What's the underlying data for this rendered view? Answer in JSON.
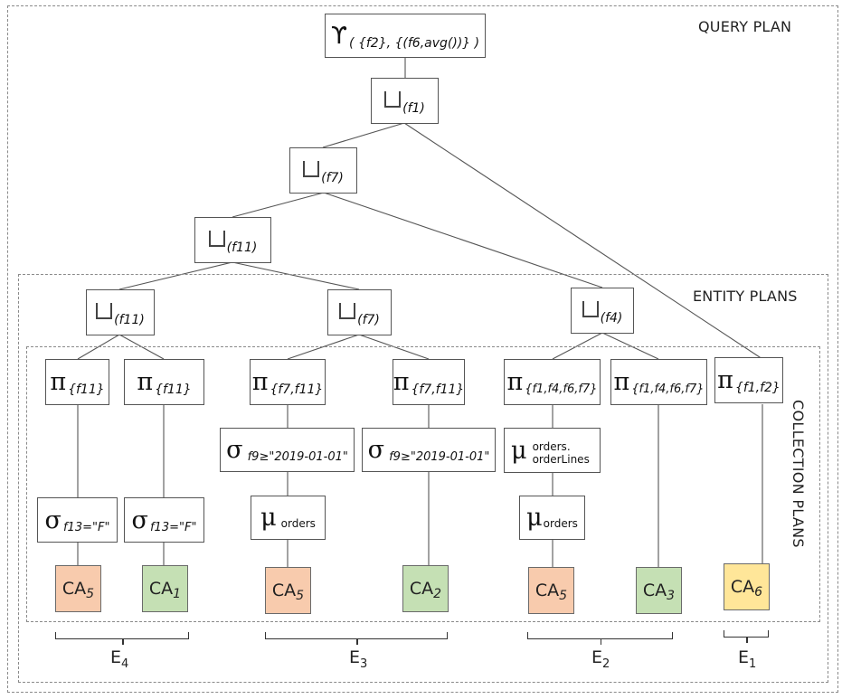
{
  "frames": {
    "query_plan": "QUERY PLAN",
    "entity_plans": "ENTITY PLANS",
    "collection_plans": "COLLECTION PLANS"
  },
  "query_plan": {
    "aggregate": {
      "symbol": "ϒ",
      "subscript": "( {f2}, {(f6,avg())} )"
    },
    "union_f1": {
      "subscript": "(f1)"
    },
    "union_f7": {
      "subscript": "(f7)"
    },
    "union_f11": {
      "subscript": "(f11)"
    }
  },
  "entity_plans": {
    "E4_union": {
      "subscript": "(f11)"
    },
    "E3_union": {
      "subscript": "(f7)"
    },
    "E2_union": {
      "subscript": "(f4)"
    }
  },
  "collection_plans": [
    {
      "entity": "E4",
      "project": "{f11}",
      "select": "f13=\"F\"",
      "collection": {
        "name": "CA",
        "index": "5",
        "color": "#f8cbad"
      }
    },
    {
      "entity": "E4",
      "project": "{f11}",
      "select": "f13=\"F\"",
      "collection": {
        "name": "CA",
        "index": "1",
        "color": "#c5e0b4"
      }
    },
    {
      "entity": "E3",
      "project": "{f7,f11}",
      "select": "f9≥\"2019-01-01\"",
      "unnest": "orders",
      "collection": {
        "name": "CA",
        "index": "5",
        "color": "#f8cbad"
      }
    },
    {
      "entity": "E3",
      "project": "{f7,f11}",
      "select": "f9≥\"2019-01-01\"",
      "collection": {
        "name": "CA",
        "index": "2",
        "color": "#c5e0b4"
      }
    },
    {
      "entity": "E2",
      "project": "{f1,f4,f6,f7}",
      "unnest_1": [
        "orders.",
        "orderLines"
      ],
      "unnest_2": "orders",
      "collection": {
        "name": "CA",
        "index": "5",
        "color": "#f8cbad"
      }
    },
    {
      "entity": "E2",
      "project": "{f1,f4,f6,f7}",
      "collection": {
        "name": "CA",
        "index": "3",
        "color": "#c5e0b4"
      }
    },
    {
      "entity": "E1",
      "project": "{f1,f2}",
      "collection": {
        "name": "CA",
        "index": "6",
        "color": "#ffe699"
      }
    }
  ],
  "symbols": {
    "project": "π",
    "select": "σ",
    "unnest": "μ"
  },
  "entities": [
    {
      "name": "E",
      "index": "4"
    },
    {
      "name": "E",
      "index": "3"
    },
    {
      "name": "E",
      "index": "2"
    },
    {
      "name": "E",
      "index": "1"
    }
  ]
}
